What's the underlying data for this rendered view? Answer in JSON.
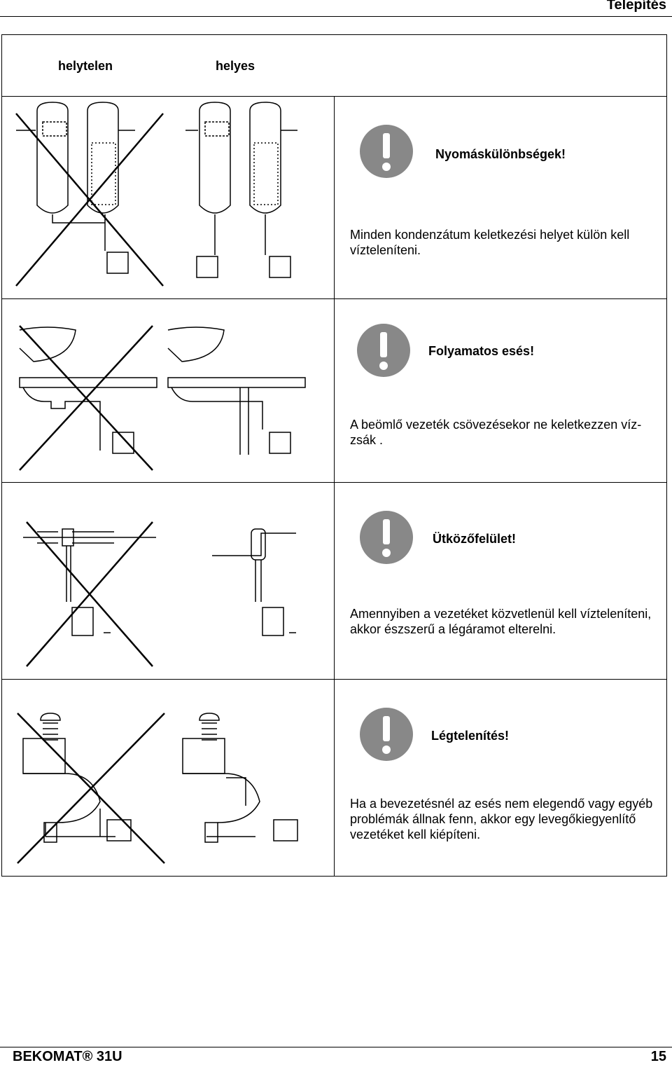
{
  "header": {
    "title": "Telepítés"
  },
  "columns": {
    "wrong": "helytelen",
    "right": "helyes"
  },
  "sections": [
    {
      "title": "Nyomáskülönbségek!",
      "text": "Minden kondenzátum keletkezési helyet külön kell vízteleníteni."
    },
    {
      "title": "Folyamatos esés!",
      "text": "A beömlő vezeték csövezésekor ne keletkezzen víz-zsák ."
    },
    {
      "title": "Ütközőfelület!",
      "text": "Amennyiben a vezetéket közvetlenül kell vízteleníteni, akkor észszerű a légáramot elterelni."
    },
    {
      "title": "Légtelenítés!",
      "text": "Ha a bevezetésnél az esés nem elegendő vagy egyéb problémák állnak fenn, akkor egy levegőkiegyenlítő vezetéket kell kiépíteni."
    }
  ],
  "icons": {
    "warning": "exclamation-warning-icon"
  },
  "colors": {
    "icon": "#888888",
    "line": "#000000"
  },
  "footer": {
    "product": "BEKOMAT® 31U",
    "page": "15"
  }
}
